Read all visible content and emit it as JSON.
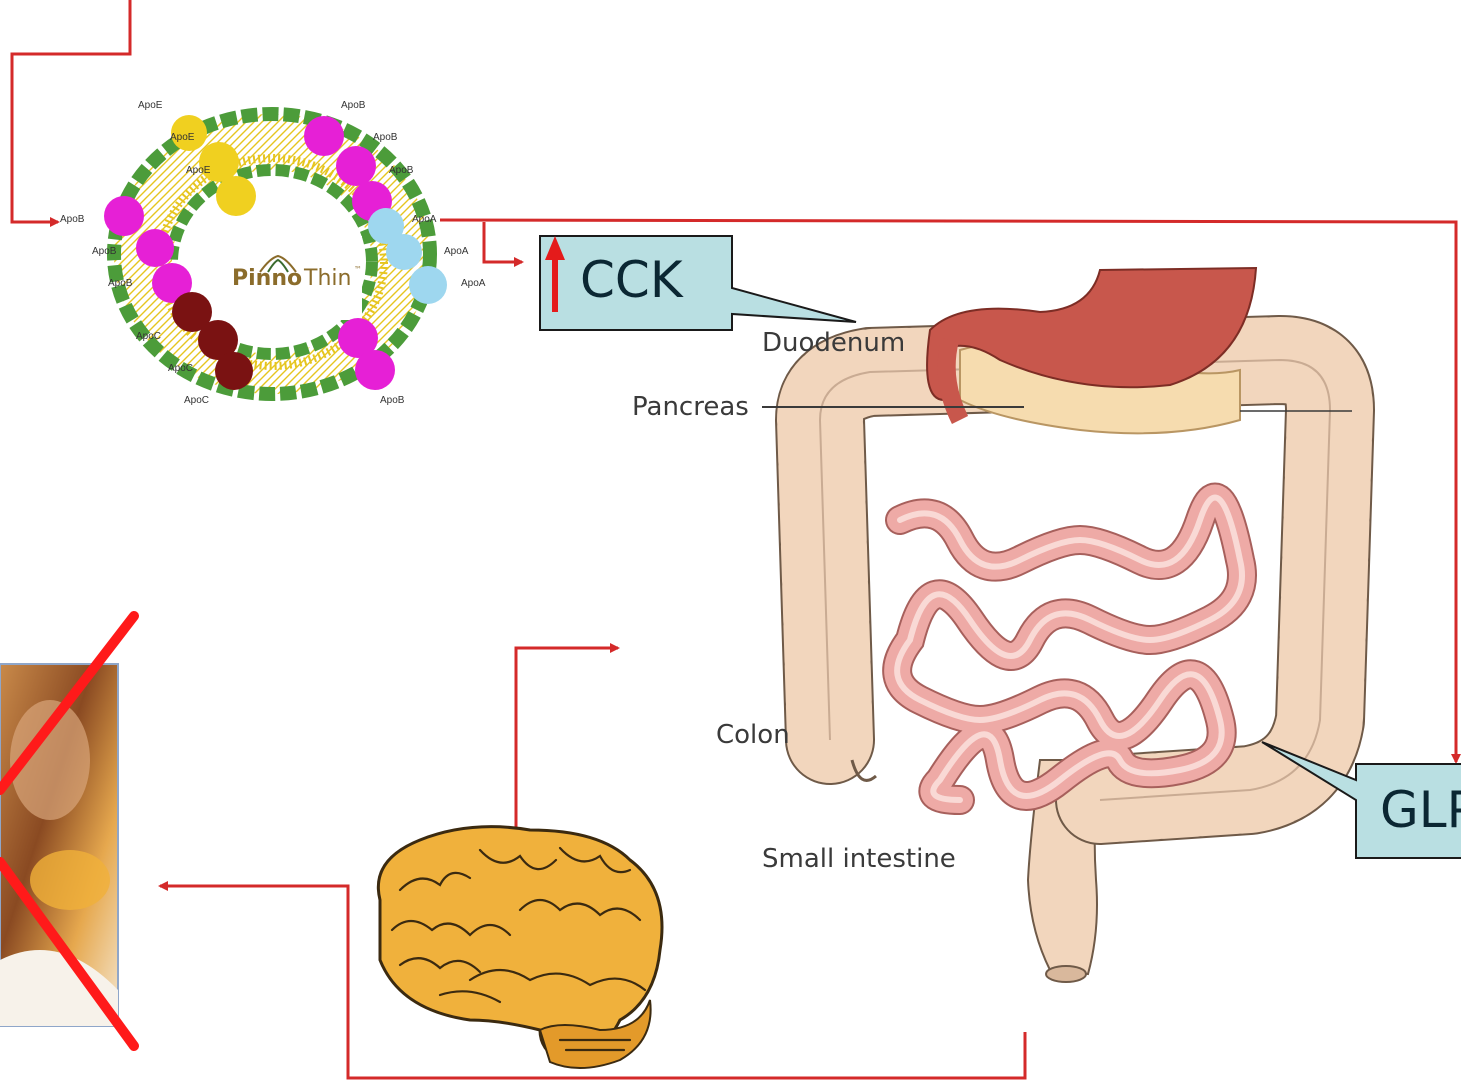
{
  "lipoprotein": {
    "brand": {
      "bold": "Pinno",
      "accent": "no",
      "light": "Thin",
      "tm": "™"
    },
    "labels": {
      "apoe1": "ApoE",
      "apoe2": "ApoE",
      "apoe3": "ApoE",
      "apob1": "ApoB",
      "apob2": "ApoB",
      "apob3": "ApoB",
      "apob4": "ApoB",
      "apob5": "ApoB",
      "apob6": "ApoB",
      "apob7": "ApoB",
      "apoa1": "ApoA",
      "apoa2": "ApoA",
      "apoa3": "ApoA",
      "apoc1": "ApoC",
      "apoc2": "ApoC",
      "apoc3": "ApoC"
    }
  },
  "callouts": {
    "cck": {
      "text": "CCK",
      "arrow": "up"
    },
    "glp": {
      "text": "GLP"
    }
  },
  "anatomy": {
    "duodenum": "Duodenum",
    "pancreas": "Pancreas",
    "colon": "Colon",
    "small_intestine": "Small intestine"
  },
  "colors": {
    "connector": "#d42a2a",
    "callout_fill": "#b9dfe2",
    "cross": "#ff1a1a",
    "organ_tan": "#f2d6bd",
    "stomach": "#c8574c",
    "intestine_pink": "#eeaaa6",
    "brain": "#f0b13c"
  }
}
